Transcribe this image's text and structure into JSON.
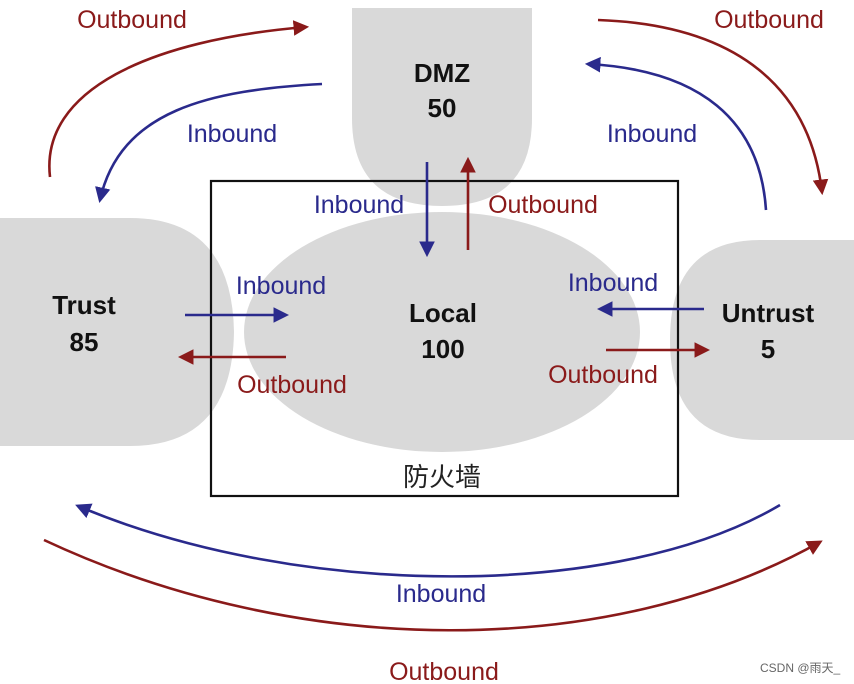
{
  "colors": {
    "inbound": "#2a2a8c",
    "outbound": "#8a1a1a",
    "zone_fill": "#d9d9d9",
    "text": "#111111"
  },
  "zones": {
    "dmz": {
      "name": "DMZ",
      "level": "50"
    },
    "trust": {
      "name": "Trust",
      "level": "85"
    },
    "local": {
      "name": "Local",
      "level": "100"
    },
    "untrust": {
      "name": "Untrust",
      "level": "5"
    }
  },
  "firewall": {
    "label": "防火墙"
  },
  "flows": {
    "trust_dmz_outbound": "Outbound",
    "dmz_trust_inbound": "Inbound",
    "dmz_untrust_outbound": "Outbound",
    "untrust_dmz_inbound": "Inbound",
    "dmz_local_inbound": "Inbound",
    "local_dmz_outbound": "Outbound",
    "trust_local_inbound": "Inbound",
    "local_trust_outbound": "Outbound",
    "untrust_local_inbound": "Inbound",
    "local_untrust_outbound": "Outbound",
    "untrust_trust_inbound": "Inbound",
    "trust_untrust_outbound": "Outbound"
  },
  "watermark": "CSDN @雨天_"
}
